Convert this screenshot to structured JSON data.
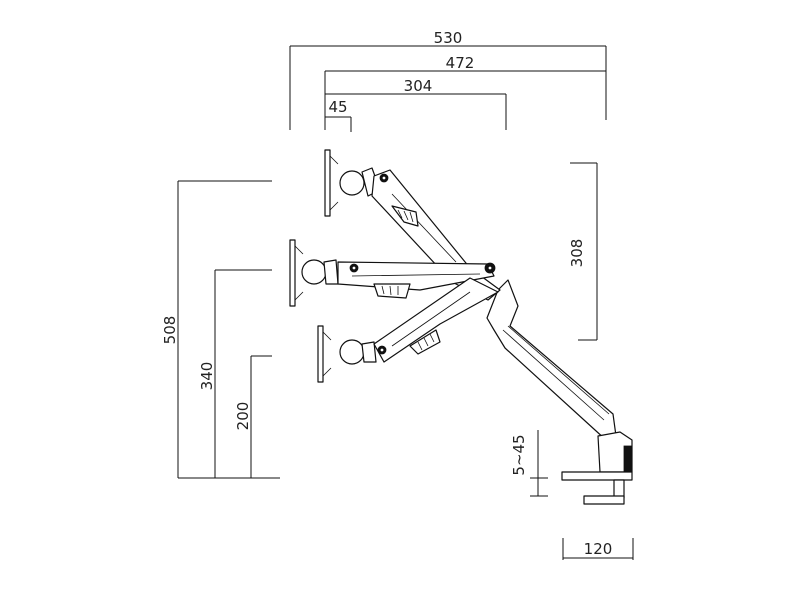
{
  "dimensions": {
    "overall_reach": "530",
    "arm_reach": "472",
    "retracted_reach": "304",
    "mount_offset": "45",
    "max_height": "508",
    "mid_height": "340",
    "min_height": "200",
    "vertical_travel": "308",
    "clamp_thickness": "5~45",
    "base_width": "120"
  },
  "colors": {
    "line": "#111111",
    "background": "#ffffff"
  }
}
